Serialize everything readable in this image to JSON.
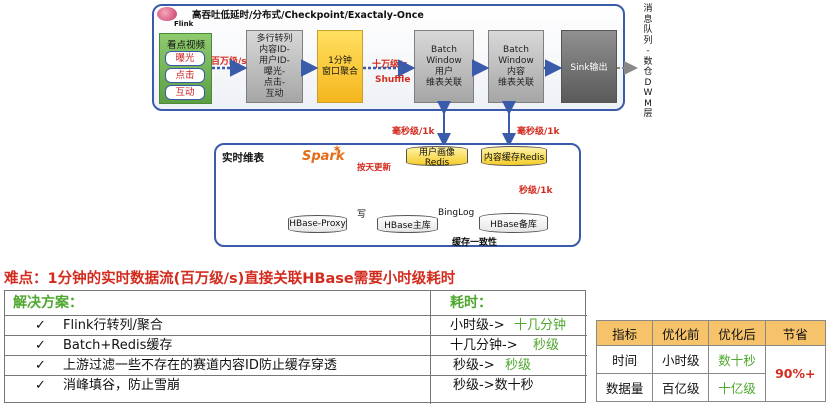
{
  "flink": {
    "title": "高吞吐低延时/分布式/Checkpoint/Exactaly-Once",
    "logo_text": "Flink",
    "source": {
      "header": "看点视频",
      "items": [
        "曝光",
        "点击",
        "互动"
      ]
    },
    "rate_in": "百万级/s",
    "row_to_col": "多行转列\n内容ID-\n用户ID-\n曝光-\n点击-\n互动",
    "window_agg": "1分钟\n窗口聚合",
    "rate_mid": "十万级/s",
    "shuffle": "Shuffle",
    "batch_user": "Batch\nWindow\n用户\n维表关联",
    "batch_content": "Batch\nWindow\n内容\n维表关联",
    "sink": "Sink输出"
  },
  "mq": "消\n息\n队\n列\n-\n数\n仓\nD\nW\nM\n层",
  "ms_left": "毫秒级/1k",
  "ms_right": "毫秒级/1k",
  "dim": {
    "title": "实时维表",
    "spark": "Spark",
    "daily_update": "按天更新",
    "user_redis": "用户画像Redis",
    "content_redis": "内容缓存Redis",
    "sec_rate": "秒级/1k",
    "hbase_proxy": "HBase-Proxy",
    "write": "写",
    "hbase_main": "HBase主库",
    "binglog": "BingLog",
    "hbase_backup": "HBase备库",
    "consistency": "缓存一致性"
  },
  "problem": "难点：1分钟的实时数据流(百万级/s)直接关联HBase需要小时级耗时",
  "solution": {
    "head": "解决方案：",
    "time_head": "耗时：",
    "rows": [
      {
        "check": "✓",
        "text": "Flink行转列/聚合",
        "from": "小时级->",
        "to": "十几分钟"
      },
      {
        "check": "✓",
        "text": "Batch+Redis缓存",
        "from": "十几分钟->",
        "to": "秒级"
      },
      {
        "check": "✓",
        "text": "上游过滤一些不存在的赛道内容ID防止缓存穿透",
        "from": "秒级->",
        "to": "秒级"
      },
      {
        "check": "✓",
        "text": "消峰填谷，防止雪崩",
        "from": "秒级->数十秒",
        "to": ""
      }
    ]
  },
  "kpi": {
    "headers": [
      "指标",
      "优化前",
      "优化后",
      "节省"
    ],
    "rows": [
      [
        "时间",
        "小时级",
        "数十秒"
      ],
      [
        "数据量",
        "百亿级",
        "十亿级"
      ]
    ],
    "saving": "90%+"
  }
}
